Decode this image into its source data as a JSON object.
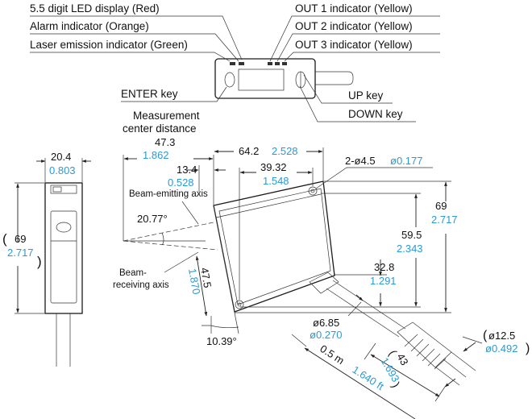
{
  "labels": {
    "led_display": "5.5 digit LED display (Red)",
    "alarm_indicator": "Alarm indicator (Orange)",
    "laser_indicator": "Laser emission indicator (Green)",
    "out1": "OUT 1 indicator (Yellow)",
    "out2": "OUT 2 indicator (Yellow)",
    "out3": "OUT 3 indicator (Yellow)",
    "enter_key": "ENTER key",
    "up_key": "UP key",
    "down_key": "DOWN key",
    "meas_center_1": "Measurement",
    "meas_center_2": "center distance",
    "beam_emitting": "Beam-emitting axis",
    "beam_receiving_1": "Beam-",
    "beam_receiving_2": "receiving axis"
  },
  "dimensions": {
    "width_mm": "20.4",
    "width_in": "0.803",
    "height_mm": "69",
    "height_in": "2.717",
    "meas_mm": "47.3",
    "meas_in": "1.862",
    "len_mm": "64.2",
    "len_in": "2.528",
    "hole_sp_mm": "39.32",
    "hole_sp_in": "1.548",
    "offset_mm": "13.4",
    "offset_in": "0.528",
    "holes_mm": "2-ø4.5",
    "holes_in": "ø0.177",
    "angle1": "20.77°",
    "angle2": "10.39°",
    "recv_mm": "47.5",
    "recv_in": "1.870",
    "h695_mm": "59.5",
    "h695_in": "2.343",
    "h328_mm": "32.8",
    "h328_in": "1.291",
    "r69_mm": "69",
    "r69_in": "2.717",
    "cable_mm": "ø6.85",
    "cable_in": "ø0.270",
    "conn_len_mm": "43",
    "conn_len_in": "1.693",
    "cable_len_m": "0.5 m",
    "cable_len_ft": "1.640 ft",
    "conn_dia_mm": "ø12.5",
    "conn_dia_in": "ø0.492"
  }
}
